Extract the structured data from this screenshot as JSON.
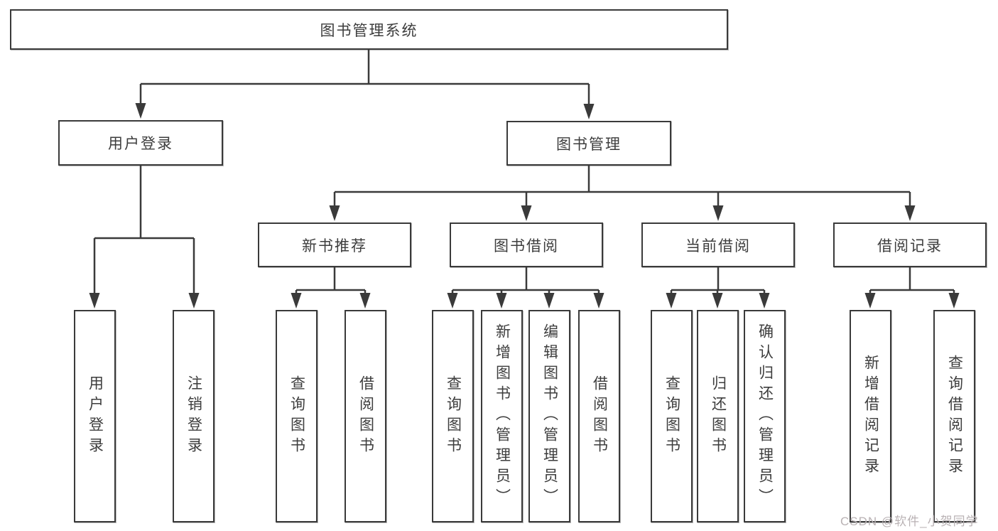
{
  "diagram_type": "hierarchy-tree",
  "colors": {
    "line": "#3a3a3a",
    "box_border": "#3a3a3a",
    "text": "#3d3d3d",
    "watermark": "#b9b2b4",
    "background": "#ffffff"
  },
  "tree": {
    "label": "图书管理系统",
    "children": [
      {
        "label": "用户登录",
        "children": [
          {
            "label": "用户登录"
          },
          {
            "label": "注销登录"
          }
        ]
      },
      {
        "label": "图书管理",
        "children": [
          {
            "label": "新书推荐",
            "children": [
              {
                "label": "查询图书"
              },
              {
                "label": "借阅图书"
              }
            ]
          },
          {
            "label": "图书借阅",
            "children": [
              {
                "label": "查询图书"
              },
              {
                "label": "新增图书（管理员）"
              },
              {
                "label": "编辑图书（管理员）"
              },
              {
                "label": "借阅图书"
              }
            ]
          },
          {
            "label": "当前借阅",
            "children": [
              {
                "label": "查询图书"
              },
              {
                "label": "归还图书"
              },
              {
                "label": "确认归还（管理员）"
              }
            ]
          },
          {
            "label": "借阅记录",
            "children": [
              {
                "label": "新增借阅记录"
              },
              {
                "label": "查询借阅记录"
              }
            ]
          }
        ]
      }
    ]
  },
  "watermark": {
    "text": "CSDN @软件_小贺同学"
  }
}
